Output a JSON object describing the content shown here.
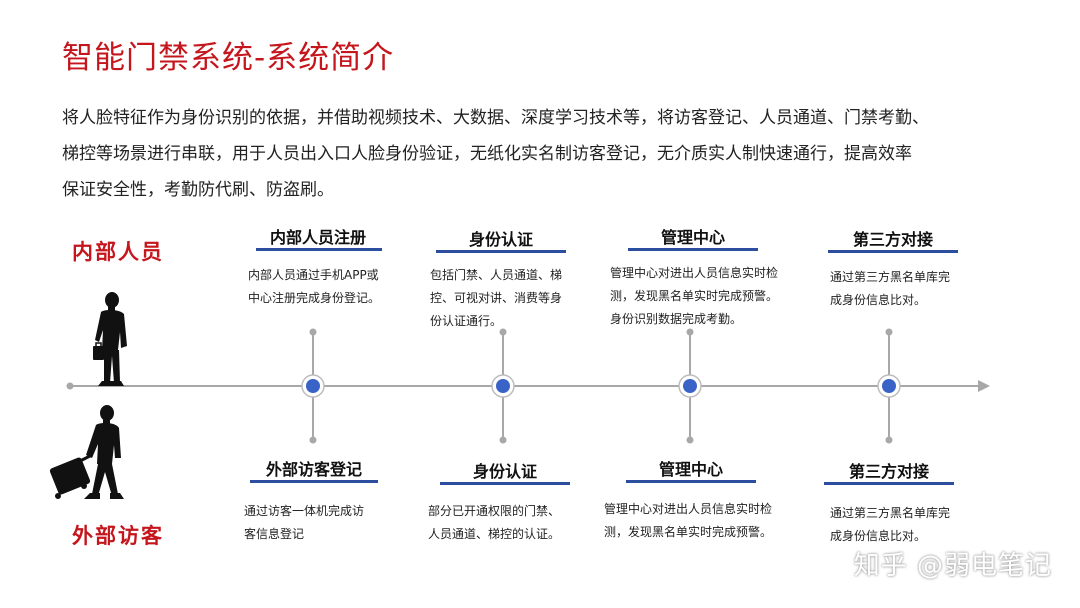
{
  "slide": {
    "title": "智能门禁系统-系统简介",
    "intro_lines": [
      "将人脸特征作为身份识别的依据，并借助视频技术、大数据、深度学习技术等，将访客登记、人员通道、门禁考勤、",
      "梯控等场景进行串联，用于人员出入口人脸身份验证，无纸化实名制访客登记，无介质实人制快速通行，提高效率",
      "保证安全性，考勤防代刷、防盗刷。"
    ]
  },
  "groups": {
    "internal": "内部人员",
    "external": "外部访客"
  },
  "internal_steps": [
    {
      "title": "内部人员注册",
      "desc": [
        "内部人员通过手机APP或",
        "中心注册完成身份登记。"
      ]
    },
    {
      "title": "身份认证",
      "desc": [
        "包括门禁、人员通道、梯",
        "控、可视对讲、消费等身",
        "份认证通行。"
      ]
    },
    {
      "title": "管理中心",
      "desc": [
        "管理中心对进出人员信息实时检",
        "测，发现黑名单实时完成预警。",
        "身份识别数据完成考勤。"
      ]
    },
    {
      "title": "第三方对接",
      "desc": [
        "通过第三方黑名单库完",
        "成身份信息比对。"
      ]
    }
  ],
  "external_steps": [
    {
      "title": "外部访客登记",
      "desc": [
        "通过访客一体机完成访",
        "客信息登记"
      ]
    },
    {
      "title": "身份认证",
      "desc": [
        "部分已开通权限的门禁、",
        "人员通道、梯控的认证。"
      ]
    },
    {
      "title": "管理中心",
      "desc": [
        "管理中心对进出人员信息实时检",
        "测，发现黑名单实时完成预警。"
      ]
    },
    {
      "title": "第三方对接",
      "desc": [
        "通过第三方黑名单库完",
        "成身份信息比对。"
      ]
    }
  ],
  "colors": {
    "title_red": "#c4161c",
    "accent_blue": "#2b4f9e",
    "node_blue": "#3a63c8",
    "line_gray": "#a8a8a8"
  },
  "icons": {
    "internal_person": "businessman-with-briefcase-silhouette",
    "external_person": "traveler-with-suitcase-silhouette"
  },
  "watermark": "知乎 @弱电笔记"
}
